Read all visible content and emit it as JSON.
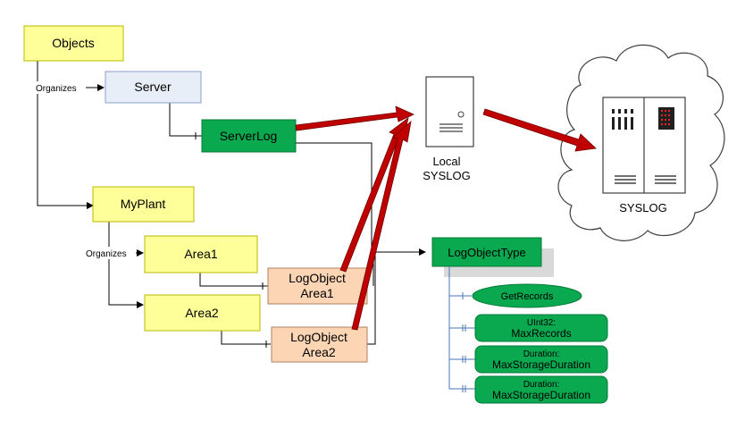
{
  "nodes": {
    "objects": "Objects",
    "server": "Server",
    "server_log": "ServerLog",
    "my_plant": "MyPlant",
    "area1": "Area1",
    "area2": "Area2",
    "log_object_area1": [
      "LogObject",
      "Area1"
    ],
    "log_object_area2": [
      "LogObject",
      "Area2"
    ],
    "log_object_type": "LogObjectType",
    "get_records": "GetRecords",
    "max_records": [
      "UInt32:",
      "MaxRecords"
    ],
    "max_storage_duration_1": [
      "Duration:",
      "MaxStorageDuration"
    ],
    "max_storage_duration_2": [
      "Duration:",
      "MaxStorageDuration"
    ]
  },
  "references": {
    "organizes_server": "Organizes",
    "organizes_area1": "Organizes"
  },
  "local_syslog": [
    "Local",
    "SYSLOG"
  ],
  "remote_syslog": "SYSLOG",
  "colors": {
    "yellow_box": "#ffff99",
    "blue_box": "#e8eef8",
    "green_box": "#0aa84f",
    "peach_box": "#fcd5b5",
    "red_arrow": "#c00000",
    "tree_line": "#4a74b4",
    "type_shadow": "#d9d9d9"
  }
}
